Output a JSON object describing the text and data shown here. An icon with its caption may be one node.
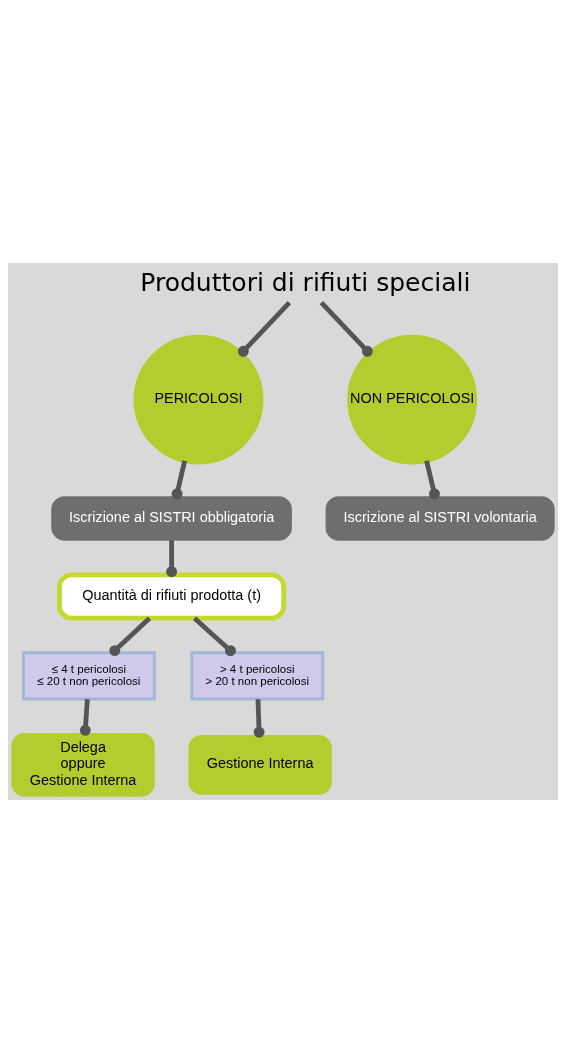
{
  "diagram": {
    "nodes": [
      {
        "text": [
          "Produttori di rifiuti speciali"
        ]
      },
      {
        "text": [
          "PERICOLOSI"
        ]
      },
      {
        "text": [
          "NON PERICOLOSI"
        ]
      },
      {
        "text": [
          "Iscrizione al SISTRI obbligatoria"
        ]
      },
      {
        "text": [
          "Iscrizione al SISTRI volontaria"
        ]
      },
      {
        "text": [
          "Quantità di rifiuti prodotta (t)"
        ]
      },
      {
        "text": [
          "≤ 4 t pericolosi",
          "≤ 20 t non pericolosi"
        ]
      },
      {
        "text": [
          "> 4 t pericolosi",
          "> 20 t non pericolosi"
        ]
      },
      {
        "text": [
          "Delega",
          "oppure",
          "Gestione Interna"
        ]
      },
      {
        "text": [
          "Gestione Interna"
        ]
      }
    ],
    "edges": [
      {
        "from": 0,
        "to": 1,
        "arrow": "other"
      },
      {
        "from": 0,
        "to": 2,
        "arrow": "other"
      },
      {
        "from": 1,
        "to": 3,
        "arrow": "other"
      },
      {
        "from": 2,
        "to": 4,
        "arrow": "other"
      },
      {
        "from": 3,
        "to": 5,
        "arrow": "other"
      },
      {
        "from": 5,
        "to": 6,
        "arrow": "other"
      },
      {
        "from": 5,
        "to": 7,
        "arrow": "other"
      },
      {
        "from": 6,
        "to": 8,
        "arrow": "other"
      },
      {
        "from": 7,
        "to": 9,
        "arrow": "other"
      }
    ]
  }
}
